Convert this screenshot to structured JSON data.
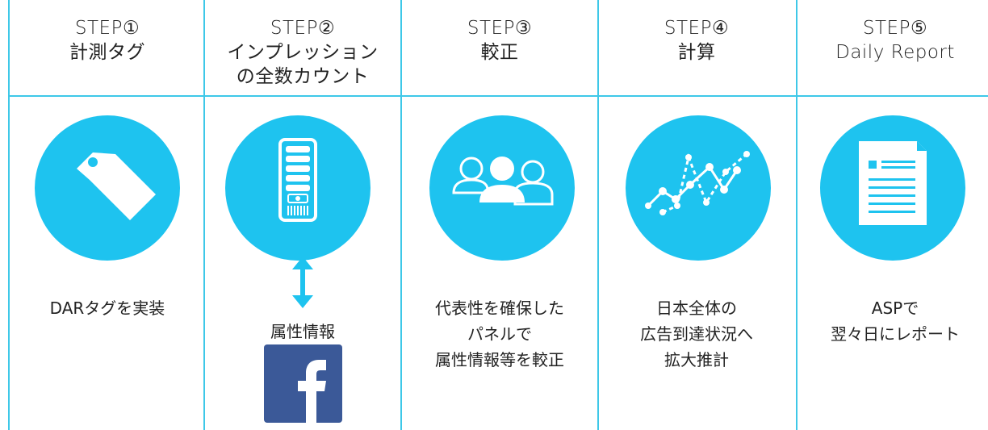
{
  "accent_color": "#1ec3ef",
  "line_color": "#3ec8e8",
  "steps": [
    {
      "title": "STEP①",
      "subtitle1": "計測タグ",
      "subtitle2": "",
      "icon": "tag-icon",
      "desc": [
        "DARタグを実装"
      ]
    },
    {
      "title": "STEP②",
      "subtitle1": "インプレッション",
      "subtitle2": "の全数カウント",
      "icon": "server-icon",
      "desc": [
        "属性情報"
      ],
      "extra_icon": "facebook-icon"
    },
    {
      "title": "STEP③",
      "subtitle1": "較正",
      "subtitle2": "",
      "icon": "users-icon",
      "desc": [
        "代表性を確保した",
        "パネルで",
        "属性情報等を較正"
      ]
    },
    {
      "title": "STEP④",
      "subtitle1": "計算",
      "subtitle2": "",
      "icon": "line-chart-icon",
      "desc": [
        "日本全体の",
        "広告到達状況へ",
        "拡大推計"
      ]
    },
    {
      "title": "STEP⑤",
      "subtitle1": "Daily Report",
      "subtitle2": "",
      "icon": "document-icon",
      "desc": [
        "ASPで",
        "翌々日にレポート"
      ]
    }
  ]
}
